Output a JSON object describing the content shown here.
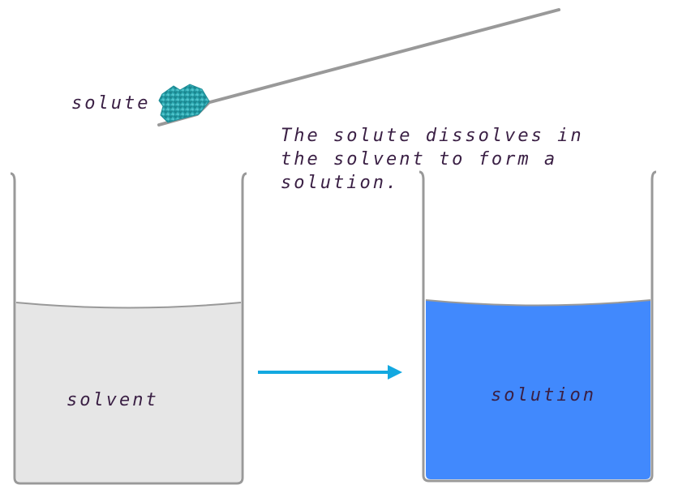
{
  "labels": {
    "solute": "solute",
    "solvent": "solvent",
    "solution": "solution"
  },
  "caption": {
    "line1": "The solute dissolves in",
    "line2": "the solvent to form a",
    "line3": "solution."
  },
  "colors": {
    "beaker_outline": "#999999",
    "solvent_liquid": "#e6e6e6",
    "solution_liquid": "#4189fd",
    "arrow": "#13a8e0",
    "solute_crystal": "#2aa7b0",
    "text": "#3a1f44"
  }
}
